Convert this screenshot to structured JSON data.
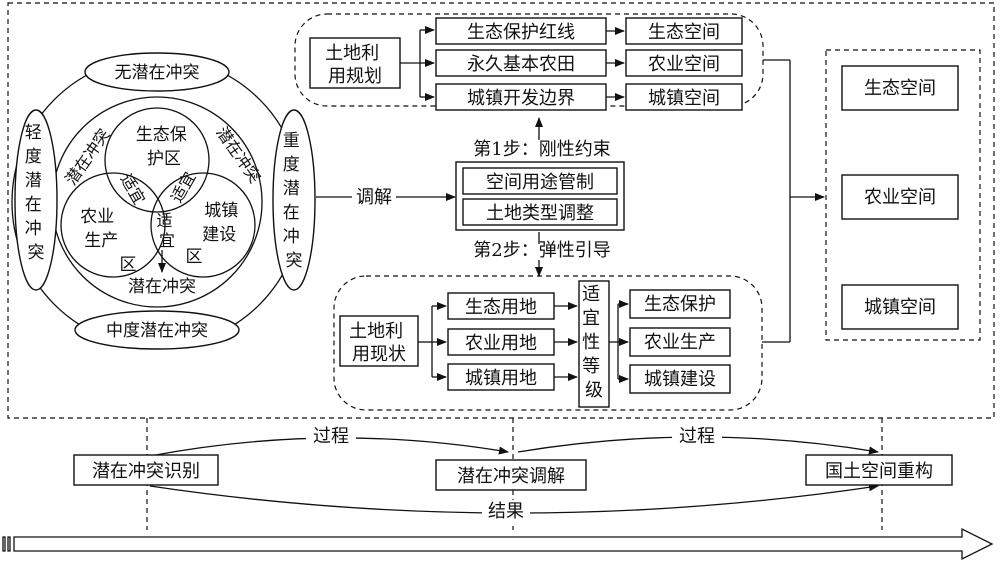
{
  "left": {
    "no_conflict": "无潜在冲突",
    "mild_conflict": [
      "轻",
      "度",
      "潜",
      "在",
      "冲",
      "突"
    ],
    "moderate_conflict": "中度潜在冲突",
    "severe_conflict": [
      "重",
      "度",
      "潜",
      "在",
      "冲",
      "突"
    ],
    "eco_zone": [
      "生态保",
      "护区"
    ],
    "agri_zone": [
      "农业",
      "生产",
      "区"
    ],
    "urban_zone": [
      "城镇",
      "建设",
      "区"
    ],
    "pc_left": "潜在冲突",
    "pc_right": "潜在冲突",
    "pc_bottom": "潜在冲突",
    "suitable_1": "适宜",
    "suitable_2": "适宜",
    "suitable_3": "适宜"
  },
  "mediation_label": "调解",
  "planning": {
    "source": [
      "土地利",
      "用规划"
    ],
    "items": [
      "生态保护红线",
      "永久基本农田",
      "城镇开发边界"
    ],
    "outputs": [
      "生态空间",
      "农业空间",
      "城镇空间"
    ]
  },
  "step1": "第1步：刚性约束",
  "middle_boxes": [
    "空间用途管制",
    "土地类型调整"
  ],
  "step2": "第2步：弹性引导",
  "status": {
    "source": [
      "土地利",
      "用现状"
    ],
    "items": [
      "生态用地",
      "农业用地",
      "城镇用地"
    ],
    "grade": [
      "适",
      "宜",
      "性",
      "等",
      "级"
    ],
    "outputs": [
      "生态保护",
      "农业生产",
      "城镇建设"
    ]
  },
  "right_outputs": [
    "生态空间",
    "农业空间",
    "城镇空间"
  ],
  "bottom": {
    "stage1": "潜在冲突识别",
    "stage2": "潜在冲突调解",
    "stage3": "国土空间重构",
    "process1": "过程",
    "process2": "过程",
    "result": "结果"
  }
}
